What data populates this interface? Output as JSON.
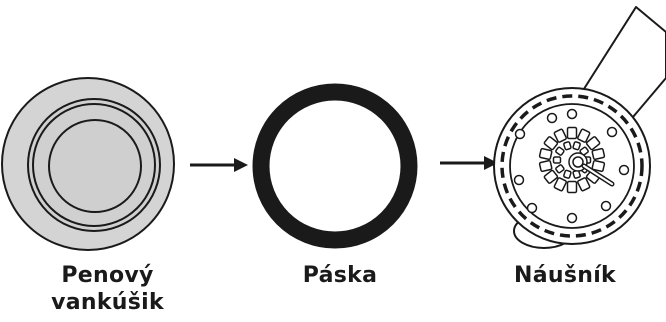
{
  "steps": [
    {
      "label_line1": "Penový",
      "label_line2": "vankúšik"
    },
    {
      "label": "Páska"
    },
    {
      "label": "Náušník"
    }
  ],
  "colors": {
    "foam_outer": "#d4d4d4",
    "foam_inner": "#cfcfcf",
    "stroke": "#1a1a1a",
    "ring": "#1a1a1a",
    "background": "#ffffff"
  },
  "icons": [
    "foam-pad-icon",
    "arrow-right-icon",
    "tape-ring-icon",
    "earpiece-icon"
  ]
}
